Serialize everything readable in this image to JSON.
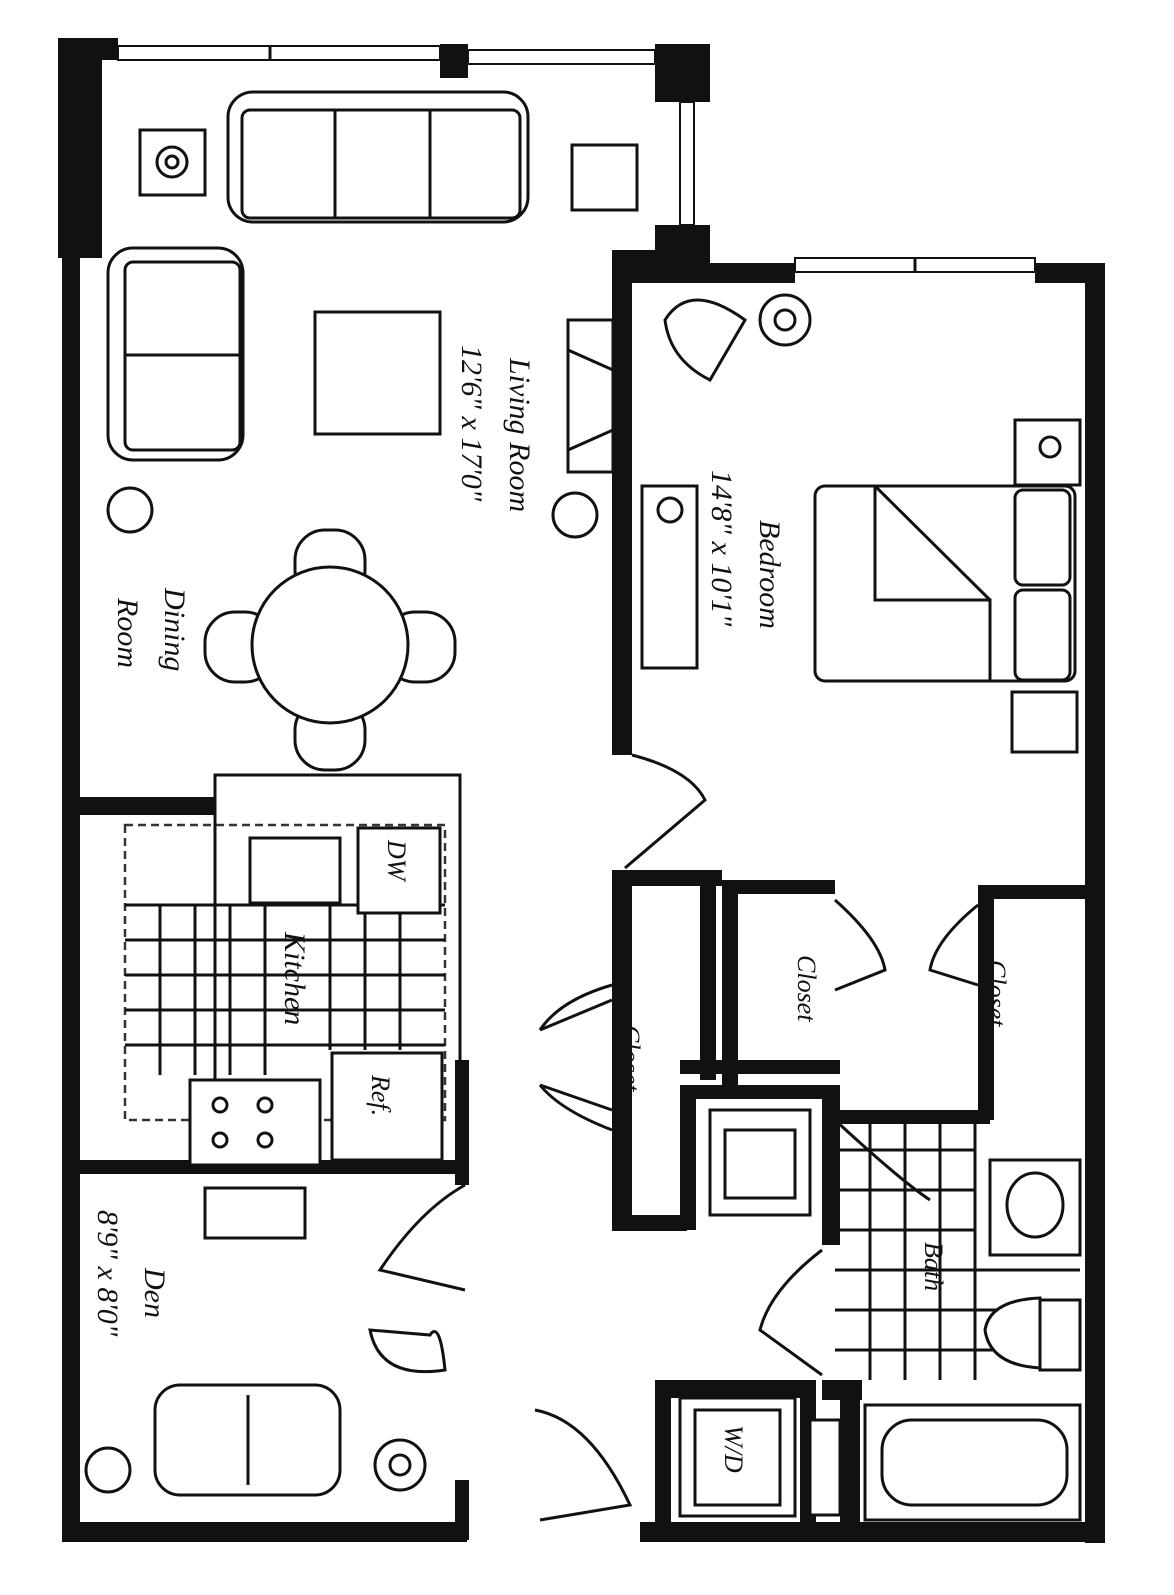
{
  "rooms": {
    "living": {
      "name": "Living Room",
      "size": "12'6\" x 17'0\""
    },
    "dining": {
      "line1": "Dining",
      "line2": "Room"
    },
    "bedroom": {
      "name": "Bedroom",
      "size": "14'8\" x 10'1\""
    },
    "kitchen": {
      "name": "Kitchen",
      "dishwasher": "DW",
      "fridge": "Ref."
    },
    "closets": [
      "Closet",
      "Closet",
      "Closet"
    ],
    "bath": {
      "name": "Bath"
    },
    "den": {
      "name": "Den",
      "size": "8'9\" x 8'0\""
    },
    "laundry": {
      "name": "W/D"
    }
  }
}
